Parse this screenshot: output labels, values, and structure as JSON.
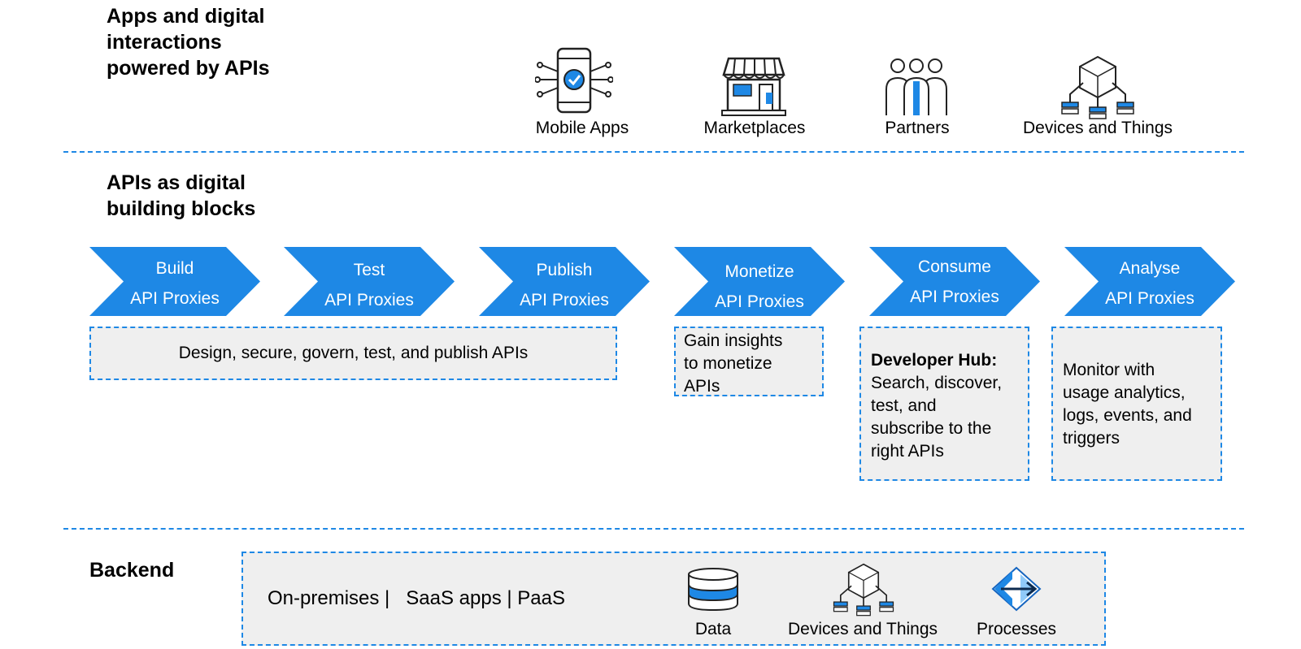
{
  "sections": {
    "apps_title": "Apps and digital\ninteractions\npowered by APIs",
    "apis_title": "APIs as digital\nbuilding blocks",
    "backend_title": "Backend"
  },
  "channels": [
    {
      "label": "Mobile Apps",
      "icon": "mobile-app-icon"
    },
    {
      "label": "Marketplaces",
      "icon": "storefront-icon"
    },
    {
      "label": "Partners",
      "icon": "people-icon"
    },
    {
      "label": "Devices and Things",
      "icon": "iot-devices-icon"
    }
  ],
  "stages": [
    {
      "line1": "Build",
      "line2": "API Proxies"
    },
    {
      "line1": "Test",
      "line2": "API Proxies"
    },
    {
      "line1": "Publish",
      "line2": "API Proxies"
    },
    {
      "line1": "Monetize",
      "line2": "API Proxies"
    },
    {
      "line1": "Consume",
      "line2": "API Proxies"
    },
    {
      "line1": "Analyse",
      "line2": "API Proxies"
    }
  ],
  "boxes": {
    "design": "Design, secure, govern, test, and publish  APIs",
    "monetize": "Gain insights\nto monetize\nAPIs",
    "devhub_title": "Developer Hub:",
    "devhub_body": "Search, discover,\ntest, and\nsubscribe to the\nright APIs",
    "monitor": "Monitor with\nusage analytics,\nlogs, events, and\ntriggers"
  },
  "backend": {
    "sources": "On-premises |   SaaS apps | PaaS",
    "items": [
      {
        "label": "Data",
        "icon": "database-icon"
      },
      {
        "label": "Devices and Things",
        "icon": "iot-devices-icon"
      },
      {
        "label": "Processes",
        "icon": "process-arrows-icon"
      }
    ]
  },
  "colors": {
    "accent": "#1e88e5",
    "box_bg": "#efefef",
    "text": "#000000"
  }
}
